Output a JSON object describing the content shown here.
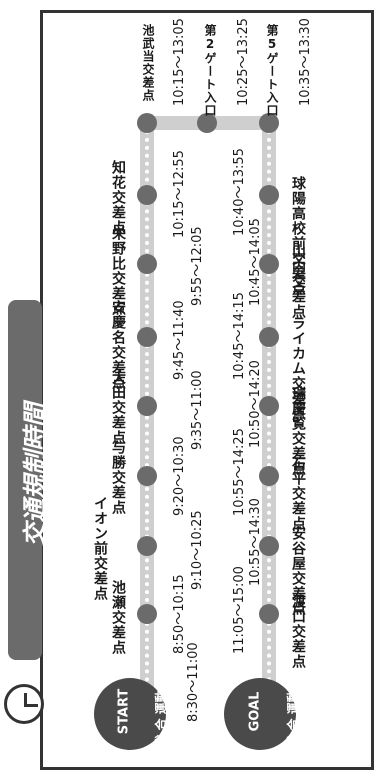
{
  "title": "交通規制時間",
  "start": {
    "badge": "START",
    "name": "県 総 合\n運動公園",
    "time": "8:30〜11:00"
  },
  "goal": {
    "badge": "GOAL",
    "name": "県 総 合\n運動公園"
  },
  "top": {
    "stations": [
      "池武当交差点",
      "第2ゲート入口",
      "第5ゲート入口"
    ],
    "times": [
      "10:15〜13:05",
      "10:25〜13:25",
      "10:35〜13:30"
    ]
  },
  "outbound": [
    {
      "name": "知花交差点",
      "time": "10:15〜12:55"
    },
    {
      "name": "栄野比交差点",
      "time": "9:55〜12:05"
    },
    {
      "name": "安慶名交差点",
      "time": "9:45〜11:40"
    },
    {
      "name": "大田交差点",
      "time": "9:35〜11:00"
    },
    {
      "name": "与勝交差点",
      "time": "9:20〜10:30"
    },
    {
      "name": "イオン前交差点",
      "time": "9:10〜10:25"
    },
    {
      "name": "池瀬交差点",
      "time": "8:50〜10:15"
    }
  ],
  "inbound": [
    {
      "name": "球陽高校前交差点",
      "time": "10:40〜13:55"
    },
    {
      "name": "山内交差点",
      "time": "10:45〜14:05"
    },
    {
      "name": "ライカム交差点",
      "time": "10:45〜14:15"
    },
    {
      "name": "瑞慶覧交差点",
      "time": "10:50〜14:20"
    },
    {
      "name": "石平交差点",
      "time": "10:55〜14:25"
    },
    {
      "name": "安谷屋交差点",
      "time": "10:55〜14:30"
    },
    {
      "name": "渡口交差点",
      "time": "11:05〜15:00"
    }
  ]
}
